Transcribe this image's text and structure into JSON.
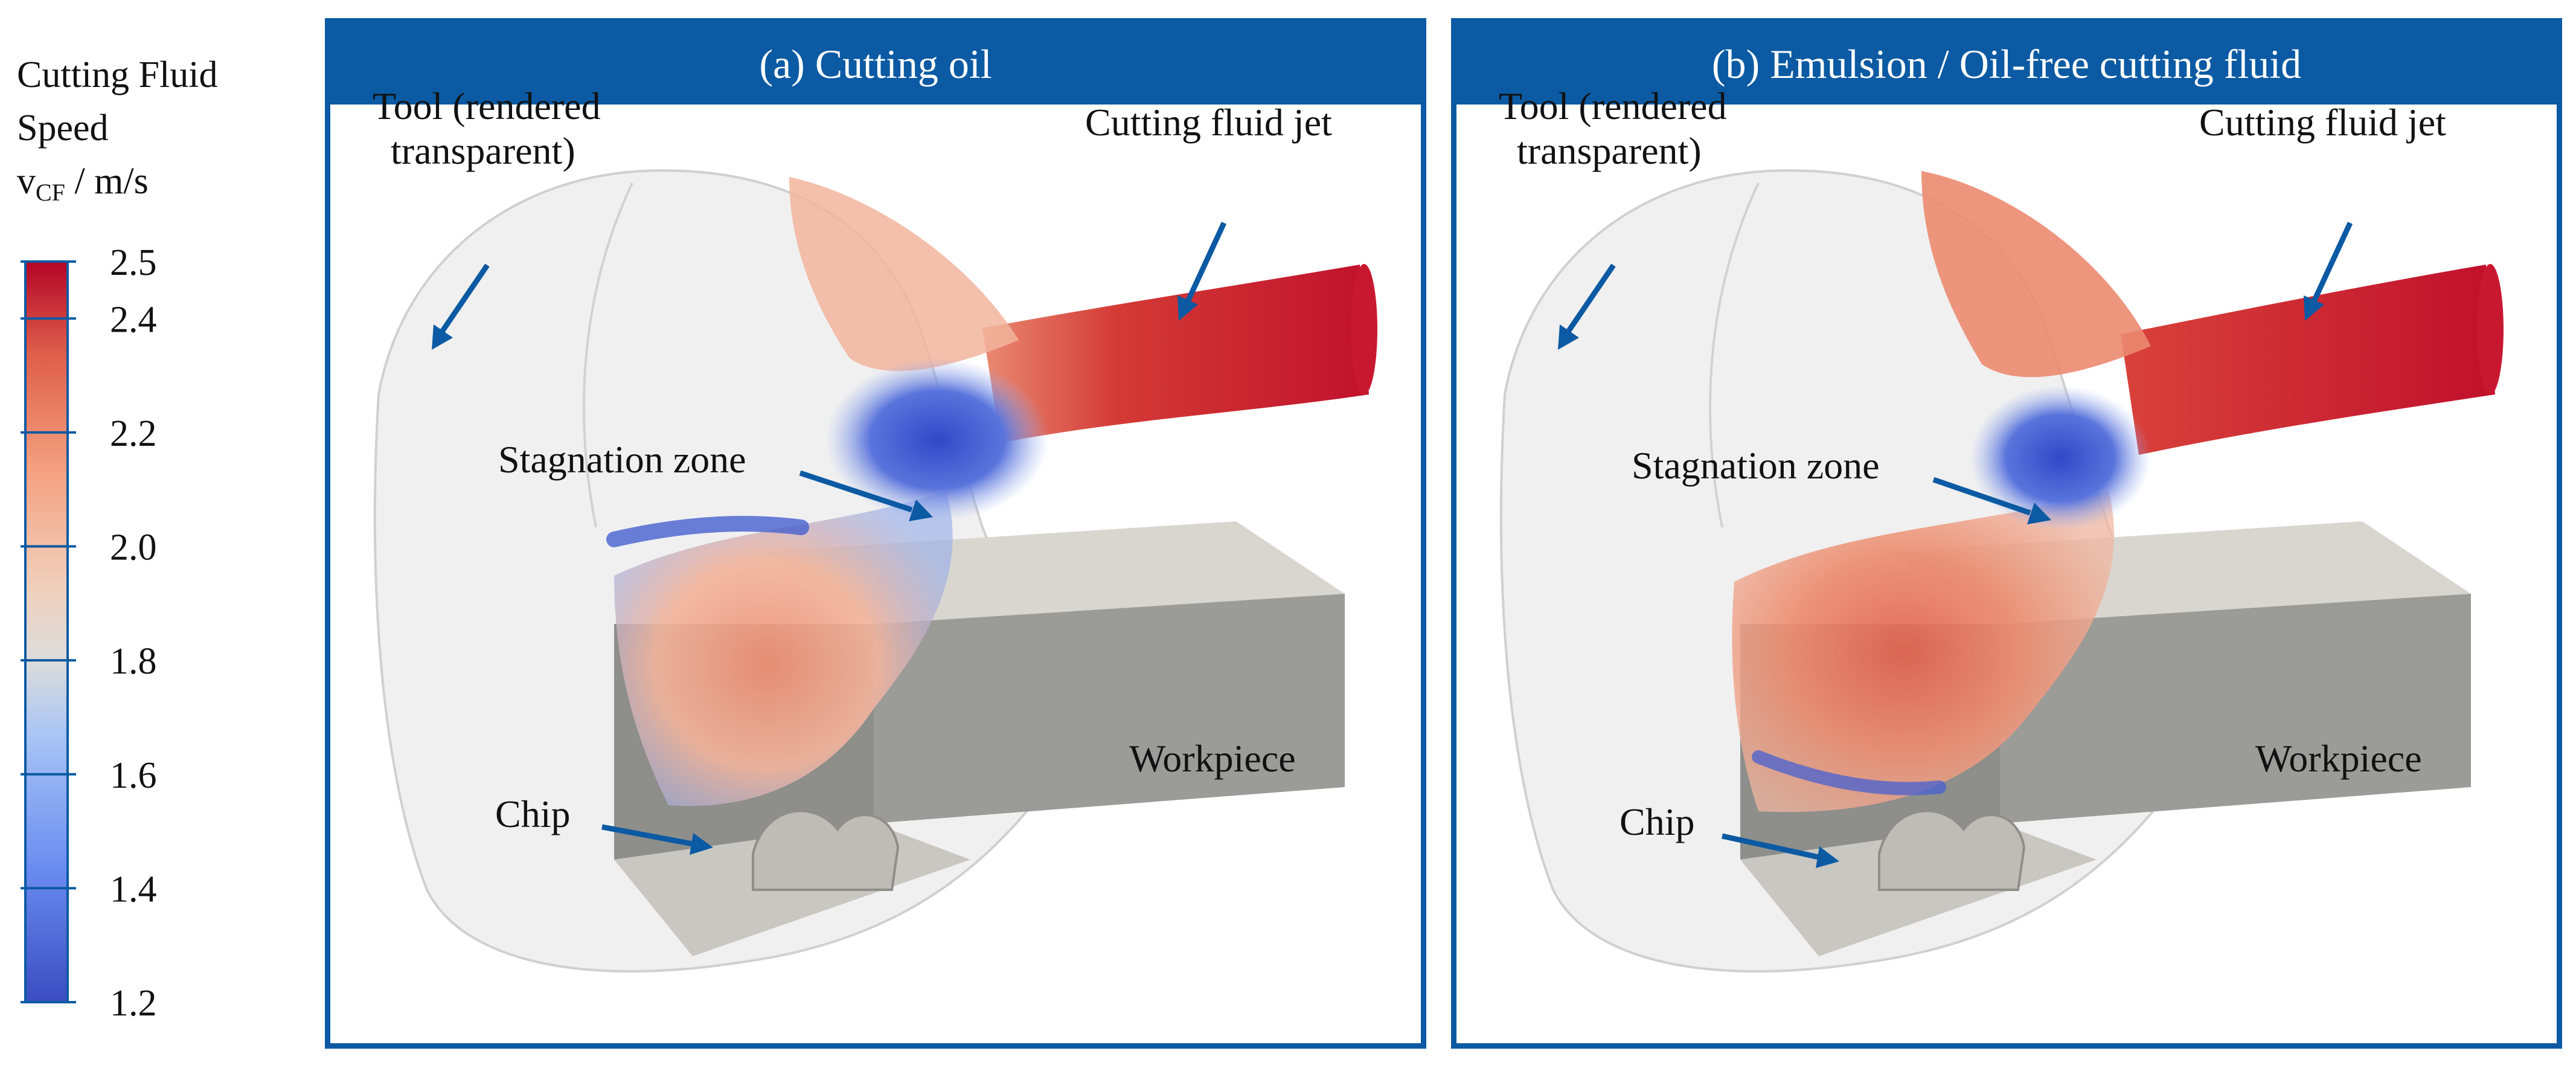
{
  "legend": {
    "title_line1": "Cutting Fluid",
    "title_line2": "Speed",
    "symbol_main": "v",
    "symbol_sub": "CF",
    "unit": " / m/s",
    "ticks": [
      "2.5",
      "2.4",
      "2.2",
      "2.0",
      "1.8",
      "1.6",
      "1.4",
      "1.2"
    ],
    "range": [
      1.2,
      2.5
    ],
    "colors": {
      "high": "#b40426",
      "mid": "#dcdcdc",
      "low": "#3b4cc0"
    }
  },
  "panels": [
    {
      "title": "(a) Cutting oil",
      "labels": {
        "tool": [
          "Tool (rendered",
          "transparent)"
        ],
        "jet": "Cutting fluid jet",
        "stagnation": "Stagnation zone",
        "workpiece": "Workpiece",
        "chip": "Chip"
      }
    },
    {
      "title": "(b) Emulsion / Oil-free cutting fluid",
      "labels": {
        "tool": [
          "Tool (rendered",
          "transparent)"
        ],
        "jet": "Cutting fluid jet",
        "stagnation": "Stagnation zone",
        "workpiece": "Workpiece",
        "chip": "Chip"
      }
    }
  ],
  "colors": {
    "frame": "#0b5aa3",
    "arrow": "#0b5aa3",
    "workpiece": "#8e8e8b",
    "tool": "#e6e6e6"
  }
}
